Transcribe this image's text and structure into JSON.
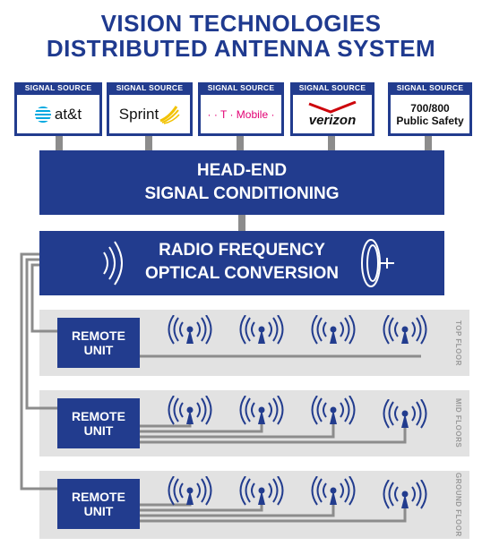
{
  "title": {
    "line1": "VISION TECHNOLOGIES",
    "line2": "DISTRIBUTED ANTENNA SYSTEM"
  },
  "signal_sources": [
    {
      "label": "SIGNAL SOURCE",
      "carrier": "at&t",
      "icon": "att-globe-icon"
    },
    {
      "label": "SIGNAL SOURCE",
      "carrier": "Sprint",
      "icon": "sprint-logo-icon"
    },
    {
      "label": "SIGNAL SOURCE",
      "carrier": "· · T · Mobile ·",
      "icon": "tmobile-logo-icon"
    },
    {
      "label": "SIGNAL SOURCE",
      "carrier": "verizon",
      "icon": "verizon-check-icon"
    },
    {
      "label": "SIGNAL SOURCE",
      "carrier_line1": "700/800",
      "carrier_line2": "Public Safety"
    }
  ],
  "head_end": {
    "line1": "HEAD-END",
    "line2": "SIGNAL CONDITIONING"
  },
  "rf_conversion": {
    "line1": "RADIO FREQUENCY",
    "line2": "OPTICAL CONVERSION"
  },
  "floors": [
    {
      "label": "TOP FLOOR",
      "remote_line1": "REMOTE",
      "remote_line2": "UNIT",
      "antennas": 4
    },
    {
      "label": "MID FLOORS",
      "remote_line1": "REMOTE",
      "remote_line2": "UNIT",
      "antennas": 4
    },
    {
      "label": "GROUND FLOOR",
      "remote_line1": "REMOTE",
      "remote_line2": "UNIT",
      "antennas": 4
    }
  ],
  "colors": {
    "navy": "#223c8e",
    "title_blue": "#1f3a8f",
    "floor_gray": "#e2e2e2",
    "line_gray": "#8c8c8c",
    "att_blue": "#00a8e0",
    "sprint_yellow": "#f2c200",
    "tmobile_magenta": "#e20074",
    "verizon_red": "#cd040b"
  }
}
